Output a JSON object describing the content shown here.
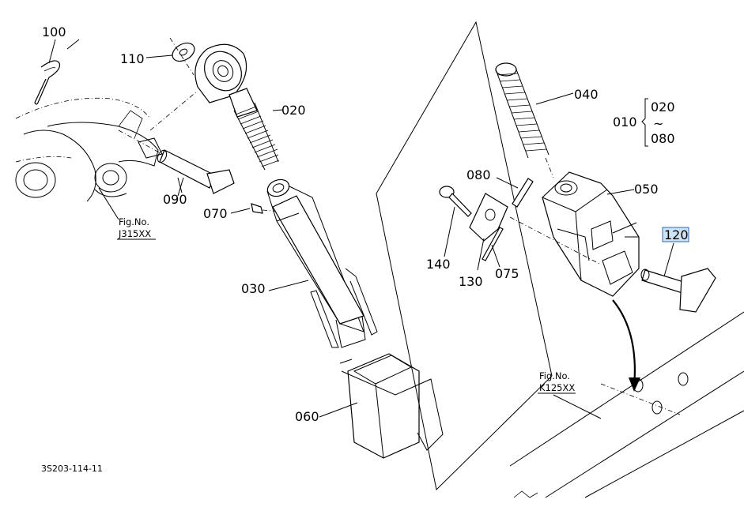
{
  "diagram": {
    "drawing_code": "3S203-114-11",
    "part_labels": {
      "p010": "010",
      "p020": "020",
      "p020r": "020",
      "p030": "030",
      "p040": "040",
      "p050": "050",
      "p060": "060",
      "p070": "070",
      "p075": "075",
      "p080": "080",
      "p080r": "080",
      "p090": "090",
      "p100": "100",
      "p110": "110",
      "p120": "120",
      "p130": "130",
      "p140": "140"
    },
    "range_connector": "~",
    "fig_refs": {
      "left_title": "Fig.No.",
      "left_code": "J315XX",
      "right_title": "Fig.No.",
      "right_code": "K125XX"
    },
    "highlighted_part": "120",
    "colors": {
      "line": "#000000",
      "highlight_fill": "#cfe3f7",
      "highlight_border": "#2a6bb5"
    }
  }
}
